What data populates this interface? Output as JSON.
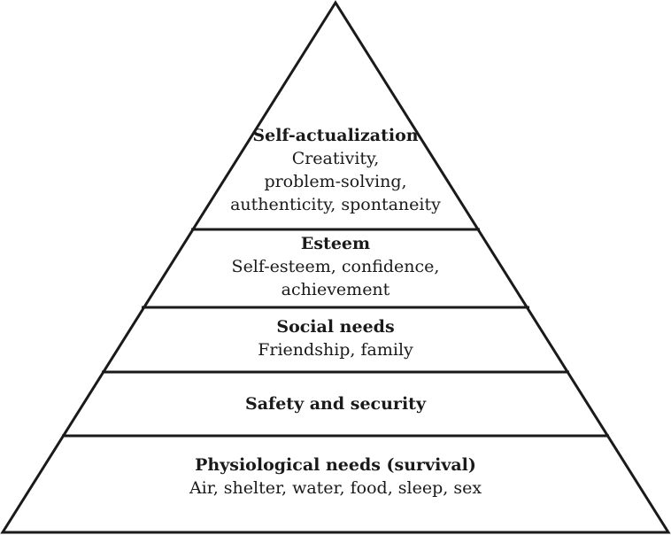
{
  "diagram": {
    "levels": [
      {
        "title": "Self-actualization",
        "lines": [
          "Creativity,",
          "problem-solving,",
          "authenticity, spontaneity"
        ]
      },
      {
        "title": "Esteem",
        "lines": [
          "Self-esteem, confidence,",
          "achievement"
        ]
      },
      {
        "title": "Social needs",
        "lines": [
          "Friendship, family"
        ]
      },
      {
        "title": "Safety and security",
        "lines": []
      },
      {
        "title": "Physiological needs (survival)",
        "lines": [
          "Air, shelter, water, food, sleep, sex"
        ]
      }
    ],
    "stroke_color": "#1a1a1a",
    "fill_color": "#ffffff"
  }
}
